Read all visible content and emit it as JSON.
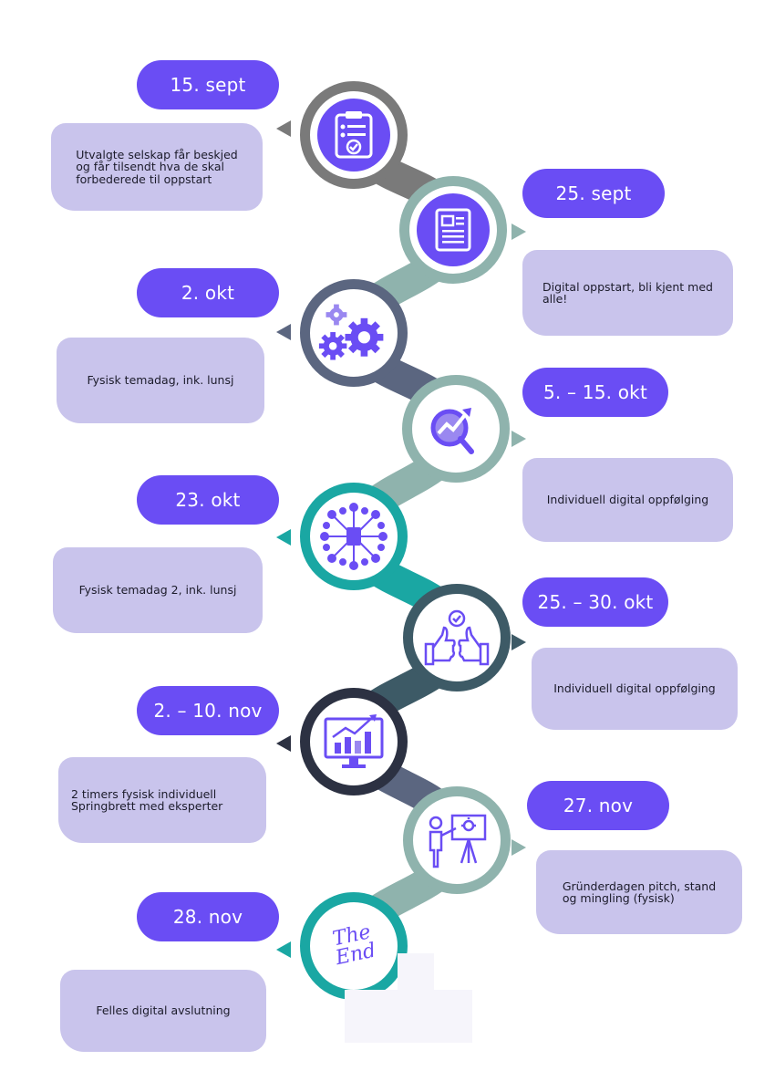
{
  "colors": {
    "accent": "#6a4df4",
    "box": "#c9c4ec",
    "gray": "#7a7a7a",
    "sage": "#8fb3ad",
    "slate": "#5b6680",
    "teal": "#1aa7a3",
    "darkslate": "#3d5a66",
    "charcoal": "#2c3142"
  },
  "steps": [
    {
      "date": "15. sept",
      "text": [
        "Utvalgte selskap får beskjed",
        "og får tilsendt hva de skal",
        "forbederede til oppstart"
      ],
      "icon": "clipboard-check-icon",
      "ring": "#7a7a7a"
    },
    {
      "date": "25. sept",
      "text": [
        "Digital oppstart, bli kjent med",
        "alle!"
      ],
      "icon": "document-icon",
      "ring": "#8fb3ad"
    },
    {
      "date": "2. okt",
      "text": [
        "Fysisk temadag, ink. lunsj"
      ],
      "icon": "gears-icon",
      "ring": "#5b6680"
    },
    {
      "date": "5. – 15. okt",
      "text": [
        "Individuell digital oppfølging"
      ],
      "icon": "search-growth-icon",
      "ring": "#8fb3ad"
    },
    {
      "date": "23. okt",
      "text": [
        "Fysisk temadag 2, ink. lunsj"
      ],
      "icon": "network-icon",
      "ring": "#1aa7a3"
    },
    {
      "date": "25. – 30. okt",
      "text": [
        "Individuell digital oppfølging"
      ],
      "icon": "thumbs-up-icon",
      "ring": "#3d5a66"
    },
    {
      "date": "2. – 10. nov",
      "text": [
        "2 timers fysisk individuell",
        "Springbrett med eksperter"
      ],
      "icon": "chart-monitor-icon",
      "ring": "#2c3142"
    },
    {
      "date": "27. nov",
      "text": [
        "Gründerdagen pitch, stand",
        "og mingling (fysisk)"
      ],
      "icon": "presentation-icon",
      "ring": "#8fb3ad"
    },
    {
      "date": "28. nov",
      "text": [
        "Felles digital avslutning"
      ],
      "icon": "the-end-icon",
      "ring": "#1aa7a3"
    }
  ],
  "end_label": [
    "The",
    "End"
  ]
}
